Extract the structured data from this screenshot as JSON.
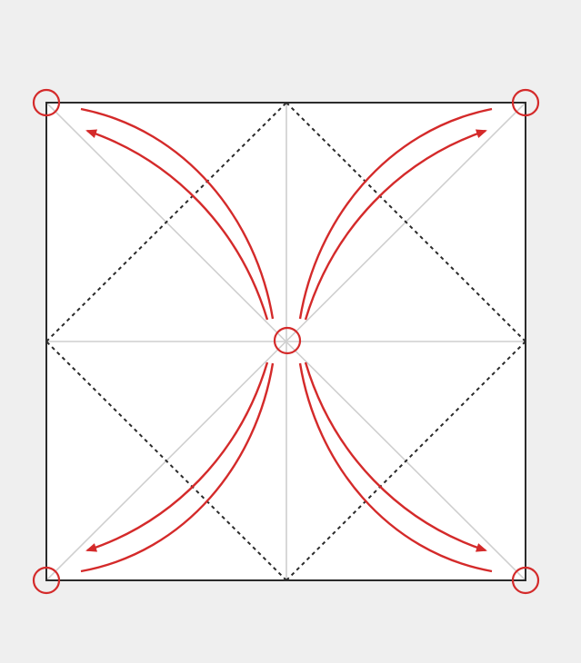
{
  "diagram": {
    "kind": "origami-crease-pattern",
    "description_of_content": [],
    "colors": {
      "background": "#efefef",
      "paper": "#ffffff",
      "border": "#2b2b2b",
      "valley_fold": "#2b2b2b",
      "reference_crease": "#cfcfcf",
      "marker": "#d42a2a"
    },
    "lines": {
      "border": "solid",
      "diamond": "dashed",
      "reference": "solid-light"
    },
    "markers": [
      {
        "name": "corner-top-left"
      },
      {
        "name": "corner-top-right"
      },
      {
        "name": "corner-bottom-left"
      },
      {
        "name": "corner-bottom-right"
      },
      {
        "name": "center"
      }
    ],
    "fold_arrows": [
      {
        "name": "arrow-to-top-left"
      },
      {
        "name": "arrow-to-top-right"
      },
      {
        "name": "arrow-to-bottom-left"
      },
      {
        "name": "arrow-to-bottom-right"
      }
    ]
  }
}
